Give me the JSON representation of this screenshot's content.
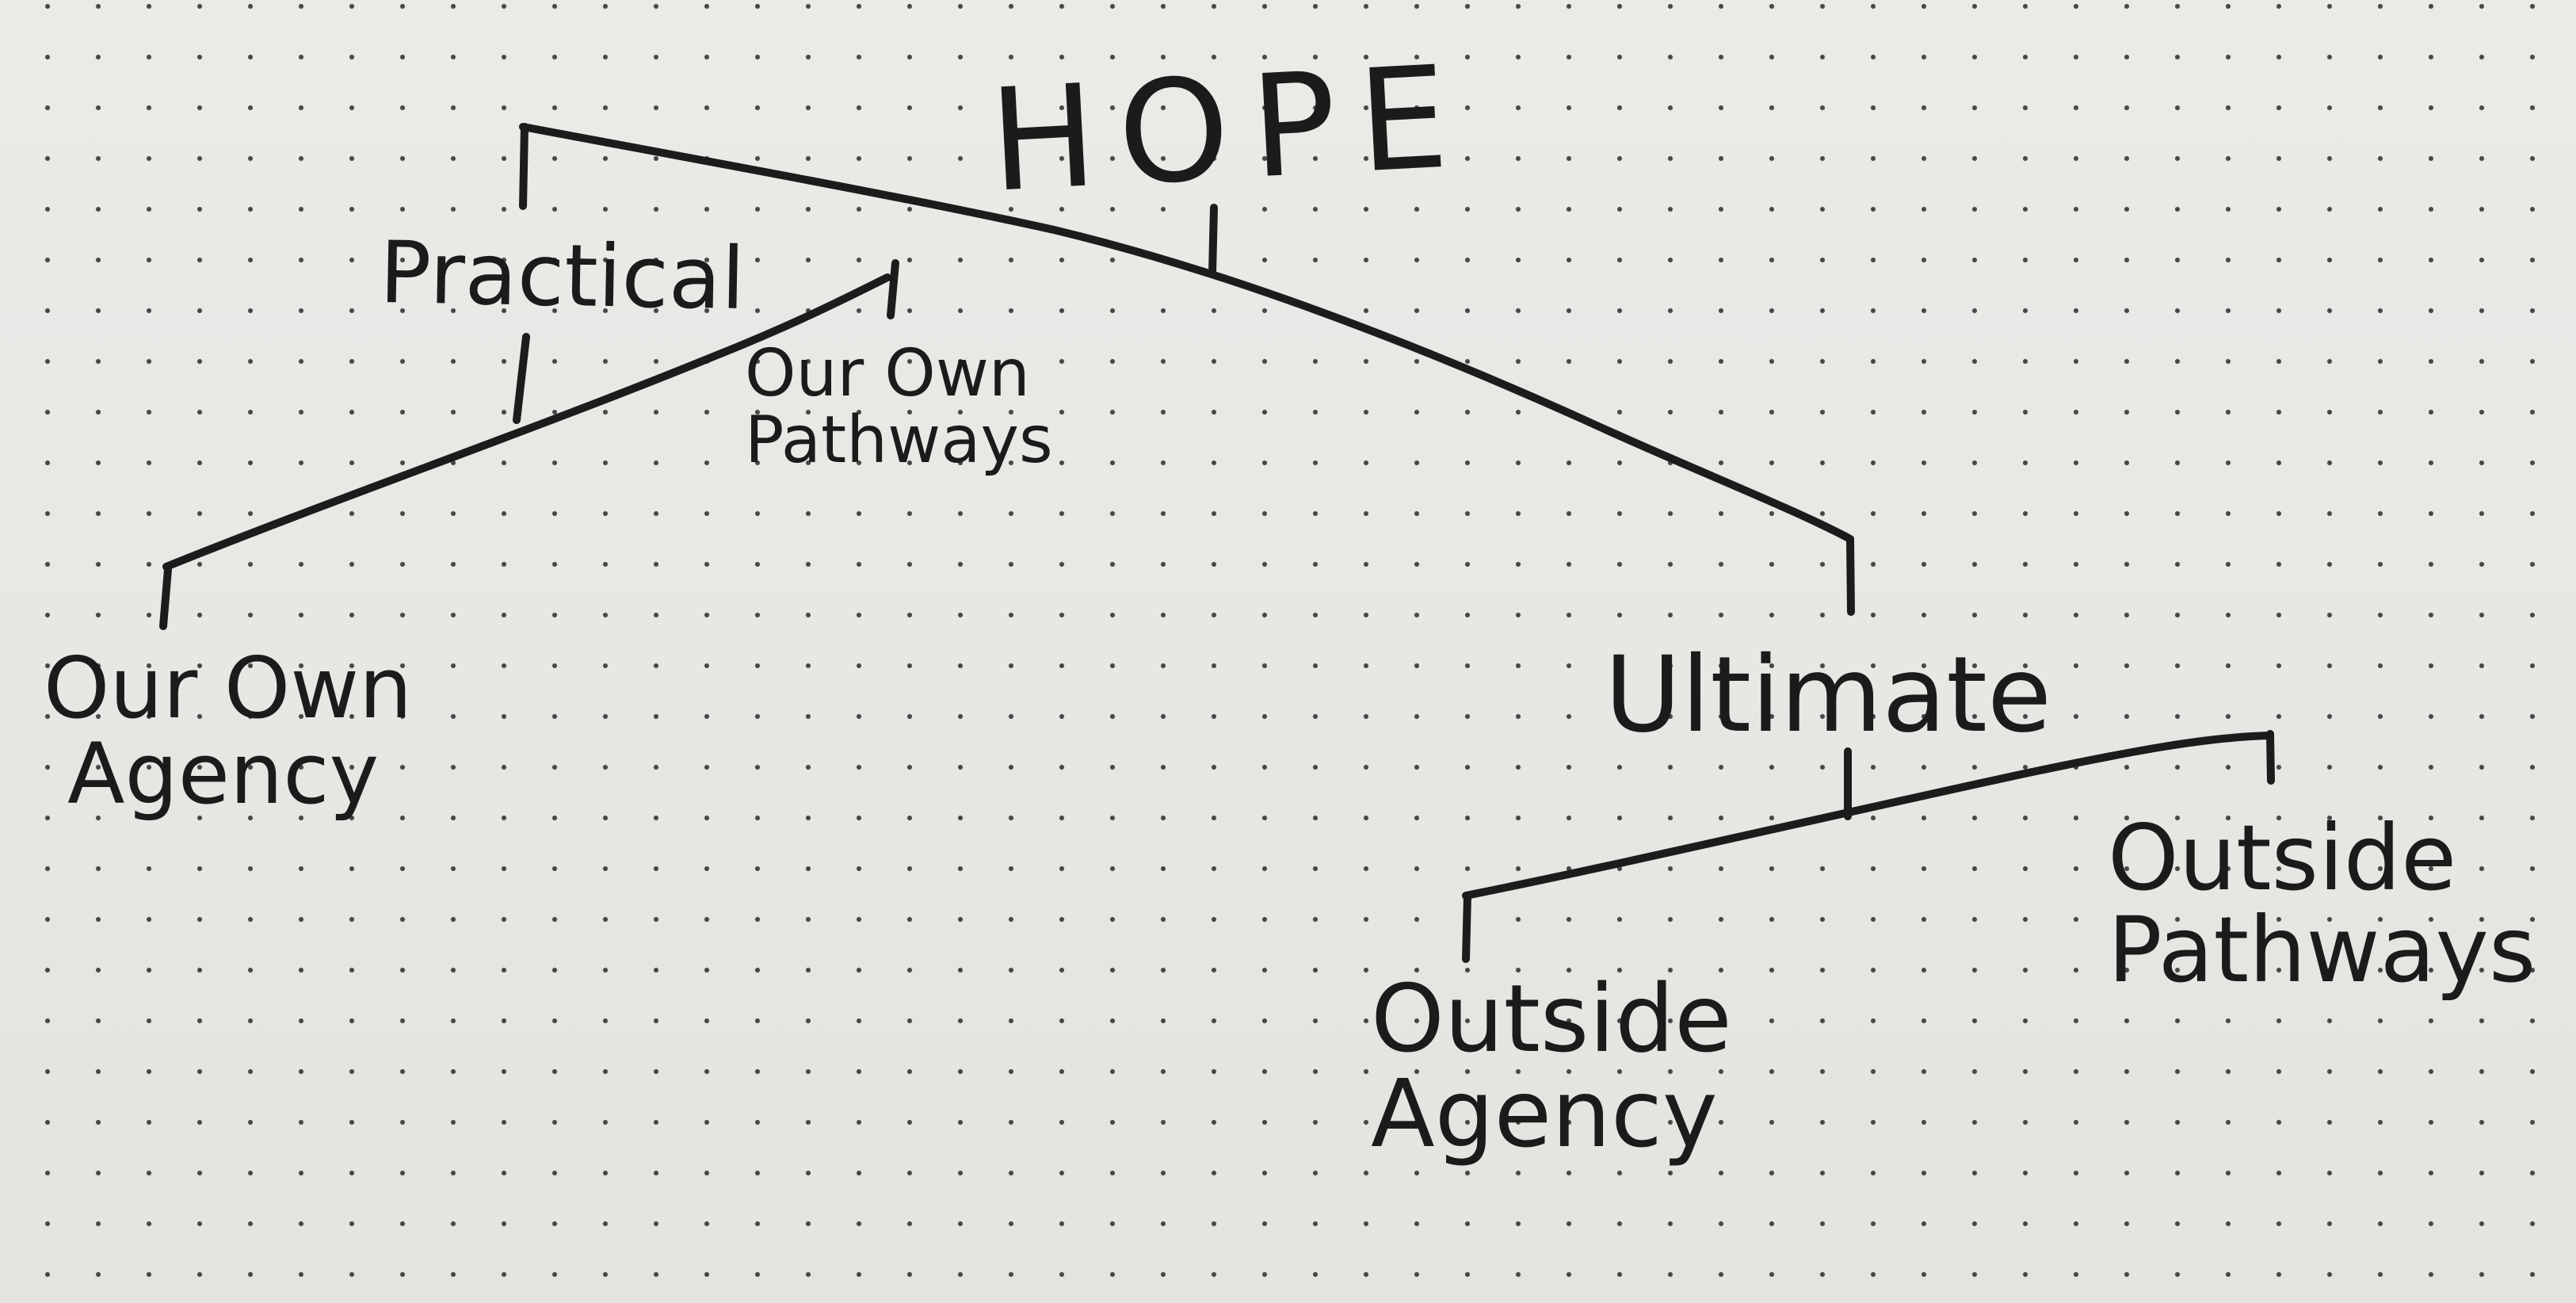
{
  "diagram": {
    "root": {
      "label": "HOPE"
    },
    "branches": [
      {
        "label": "Practical",
        "children": [
          {
            "label_lines": [
              "Our Own",
              "Agency"
            ]
          },
          {
            "label_lines": [
              "Our Own",
              "Pathways"
            ]
          }
        ]
      },
      {
        "label": "Ultimate",
        "children": [
          {
            "label_lines": [
              "Outside",
              "Agency"
            ]
          },
          {
            "label_lines": [
              "Outside",
              "Pathways"
            ]
          }
        ]
      }
    ]
  }
}
